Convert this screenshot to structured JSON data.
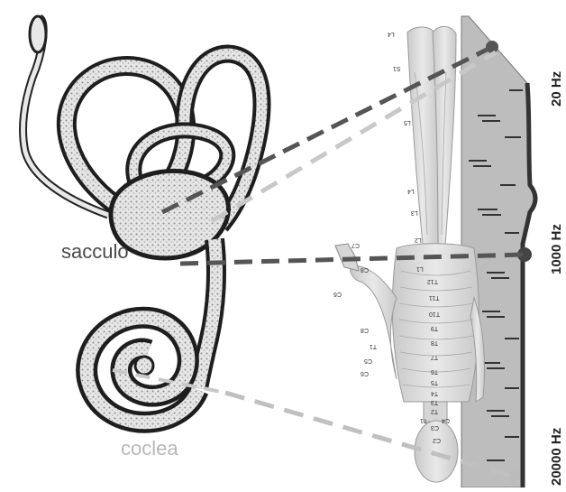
{
  "labels": {
    "sacculo": "sacculo",
    "coclea": "coclea"
  },
  "frequency_scale": {
    "low": "20 Hz",
    "mid": "1000 Hz",
    "high": "20000 Hz"
  },
  "body_segments": [
    "L4",
    "S1",
    "L5",
    "L4",
    "L3",
    "L2",
    "L1",
    "C7",
    "C8",
    "C6",
    "T12",
    "T11",
    "T10",
    "T9",
    "T8",
    "T7",
    "C8",
    "T6",
    "T5",
    "T1",
    "C5",
    "C6",
    "T4",
    "T3",
    "T2",
    "T1",
    "C2",
    "C3",
    "C4"
  ],
  "colors": {
    "dark_dash": "#555555",
    "light_dash": "#c8c8c8",
    "ruler_fill": "#bdbdbd",
    "body_fill": "#d9d9d9"
  }
}
